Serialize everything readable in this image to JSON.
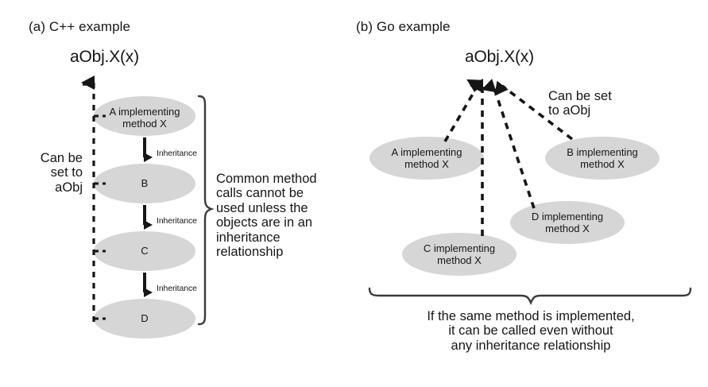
{
  "figure": {
    "background": "#ffffff",
    "ellipse_fill": "#d6d6d6",
    "ink": "#161616"
  },
  "panels": [
    {
      "id": "cpp",
      "title": "(a) C++ example",
      "call_label": "aObj.X(x)",
      "left_note": "Can be\nset to\naObj",
      "brace_note": "Common method\ncalls cannot be\nused unless the\nobjects are in an\ninheritance\nrelationship",
      "nodes": [
        {
          "id": "a",
          "label": "A implementing\nmethod X"
        },
        {
          "id": "b",
          "label": "B"
        },
        {
          "id": "c",
          "label": "C"
        },
        {
          "id": "d",
          "label": "D"
        }
      ],
      "edge_labels": [
        "Inheritance",
        "Inheritance",
        "Inheritance"
      ]
    },
    {
      "id": "go",
      "title": "(b) Go example",
      "call_label": "aObj.X(x)",
      "side_note": "Can be set\nto aObj",
      "brace_note": "If the same method is implemented,\nit can be called even without\nany inheritance relationship",
      "nodes": [
        {
          "id": "a",
          "label": "A implementing\nmethod X"
        },
        {
          "id": "b",
          "label": "B implementing\nmethod X"
        },
        {
          "id": "c",
          "label": "C implementing\nmethod X"
        },
        {
          "id": "d",
          "label": "D implementing\nmethod X"
        }
      ]
    }
  ]
}
